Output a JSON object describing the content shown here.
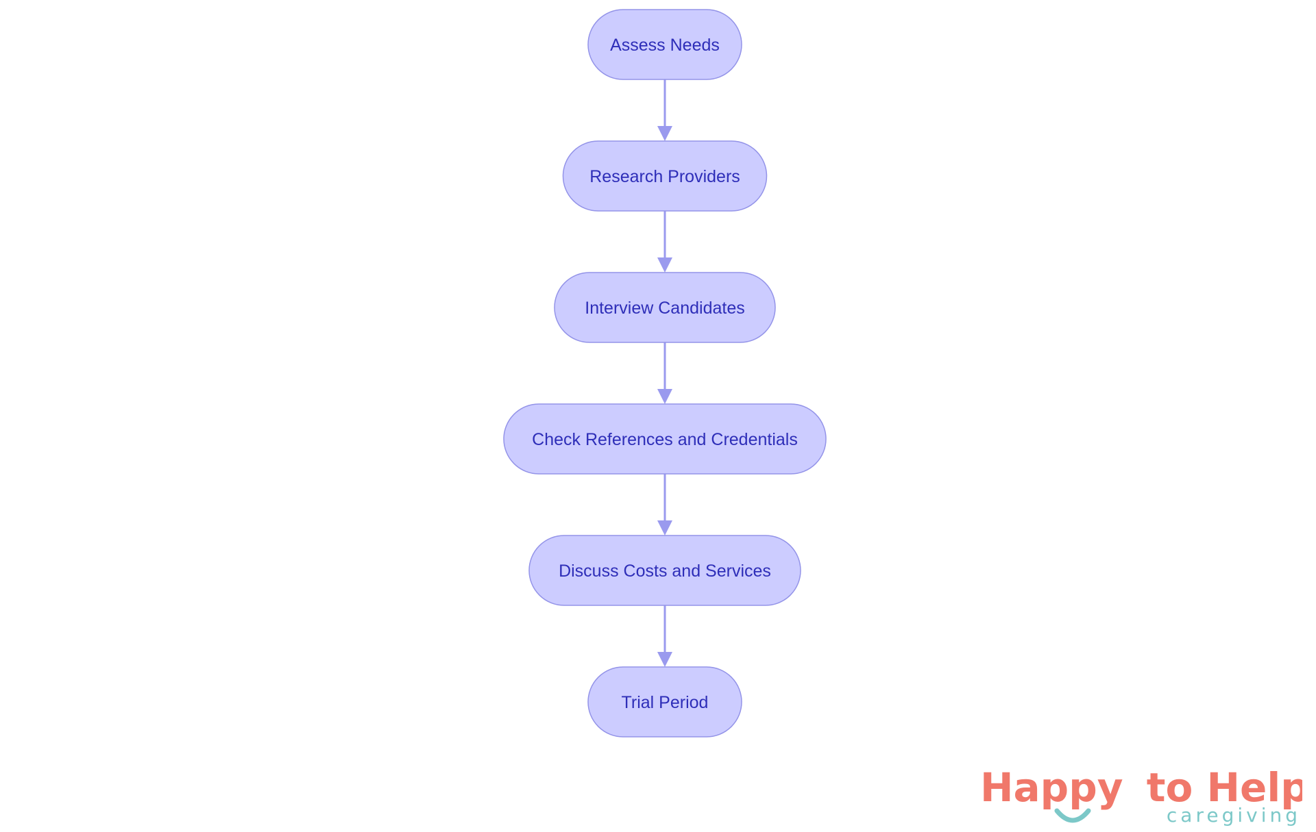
{
  "diagram": {
    "type": "flowchart",
    "direction": "top-to-bottom",
    "colors": {
      "node_fill": "#ccccff",
      "node_stroke": "#9393e8",
      "node_text": "#2e2eb8",
      "edge": "#9a9aee"
    },
    "nodes": [
      {
        "id": "assess",
        "label": "Assess Needs"
      },
      {
        "id": "research",
        "label": "Research Providers"
      },
      {
        "id": "interview",
        "label": "Interview Candidates"
      },
      {
        "id": "check",
        "label": "Check References and Credentials"
      },
      {
        "id": "discuss",
        "label": "Discuss Costs and Services"
      },
      {
        "id": "trial",
        "label": "Trial Period"
      }
    ],
    "edges": [
      {
        "from": "assess",
        "to": "research"
      },
      {
        "from": "research",
        "to": "interview"
      },
      {
        "from": "interview",
        "to": "check"
      },
      {
        "from": "check",
        "to": "discuss"
      },
      {
        "from": "discuss",
        "to": "trial"
      }
    ]
  },
  "logo": {
    "word_happy": "Happy",
    "word_to_help": "to Help",
    "subtitle": "caregiving",
    "colors": {
      "coral": "#f0786a",
      "teal": "#7cc8c8"
    }
  }
}
